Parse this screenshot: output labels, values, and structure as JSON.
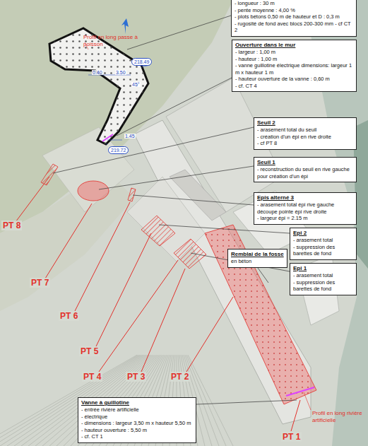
{
  "diagram": {
    "nodes": [
      {
        "text": [
          "- longueur : 30 m",
          "- pente moyenne : 4,00 %",
          "- plots bétons 0,50 m de hauteur et D : 0,3 m",
          "- rugosité de fond avec blocs 200-300 mm - cf CT 2"
        ]
      },
      {
        "text": [
          "Ouverture dans le mur",
          "- largeur : 1,00 m",
          "- hauteur : 1,00 m",
          "- vanne guillotine électrique dimensions: largeur 1 m x hauteur 1 m",
          "- hauteur ouverture de la vanne : 0,60 m",
          "- cf. CT 4"
        ]
      },
      {
        "text": [
          "Seuil 2",
          "- arasement total du seuil",
          "- création d'un épi en rive droite",
          "- cf PT 8"
        ]
      },
      {
        "text": [
          "Seuil 1",
          "- reconstruction du seuil en rive gauche pour création d'un épi"
        ]
      },
      {
        "text": [
          "Epis alterné 3",
          "- arasement total épi rive gauche découpe pointe épi rive droite",
          "- largeur épi = 2.15 m"
        ]
      },
      {
        "text": [
          "Epi 2",
          "- arasement total",
          "- suppression des barettes de fond"
        ]
      },
      {
        "text": [
          "Epi 1",
          "- arasement total",
          "- suppression des barettes de fond"
        ]
      },
      {
        "text": [
          "Remblai de la fosse",
          "en béton"
        ]
      },
      {
        "text": [
          "Vanne à guillotine",
          "- entrée rivière artificielle",
          "- électrique",
          "- dimensions : largeur 3,50 m x hauteur 5,50 m",
          "- hauteur ouverture : 5,50 m",
          "- cf. CT 1"
        ]
      }
    ],
    "labels": [
      "Profil en long passe à poisson",
      "218.49",
      "0.40",
      "3.50",
      "45°",
      "1.45",
      "219.72",
      "PT 8",
      "PT 7",
      "PT 6",
      "PT 5",
      "PT 4",
      "PT 3",
      "PT 2",
      "PT 1",
      "Profil en long rivière artificielle"
    ]
  }
}
